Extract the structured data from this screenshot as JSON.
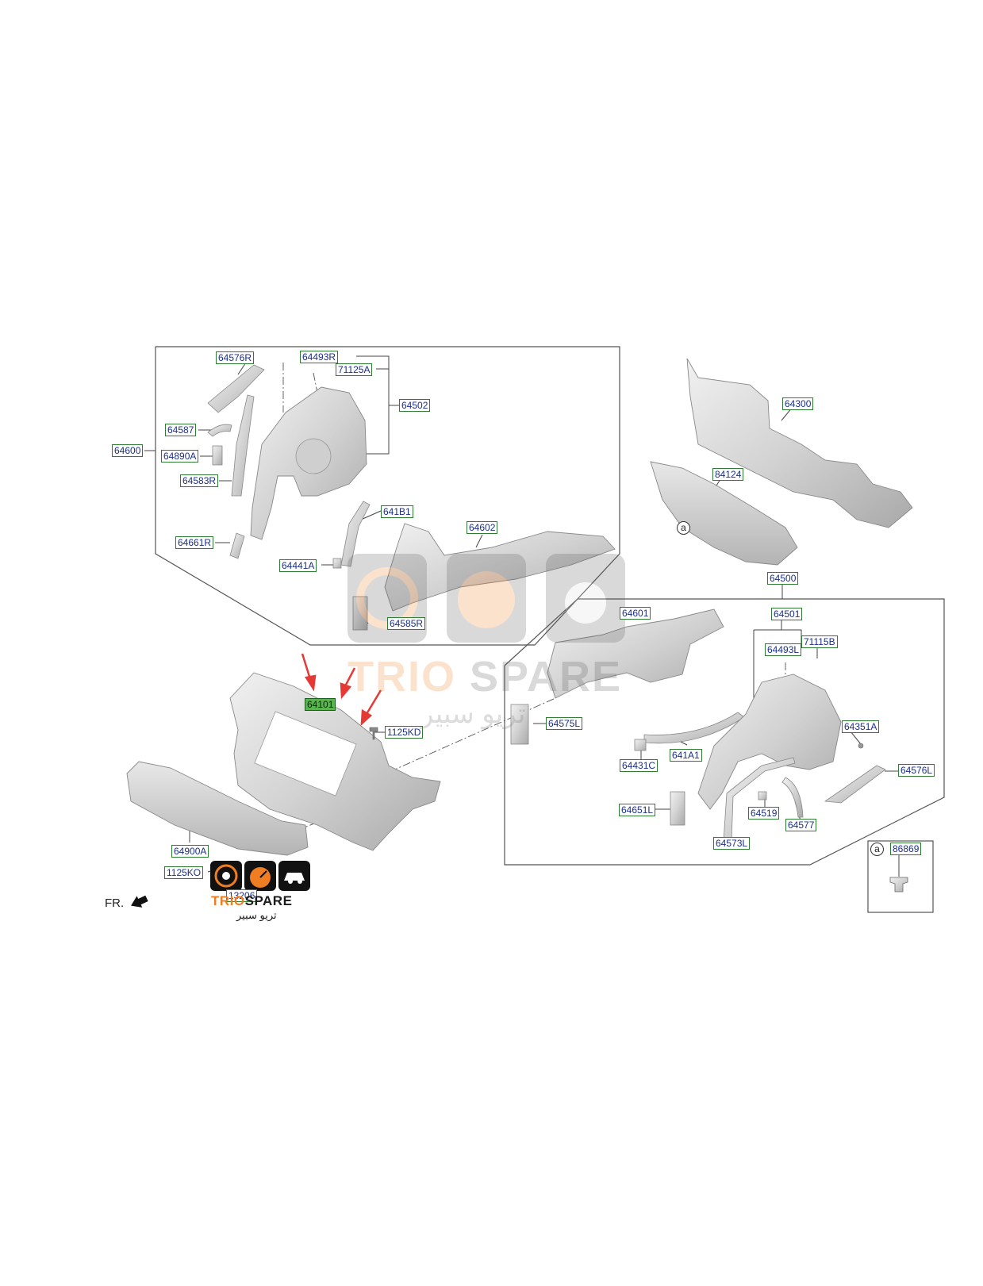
{
  "labels": {
    "p64576R": "64576R",
    "p64493R": "64493R",
    "p71125A": "71125A",
    "p64502": "64502",
    "p64587": "64587",
    "p64600": "64600",
    "p64890A": "64890A",
    "p64583R": "64583R",
    "p641B1": "641B1",
    "p64602": "64602",
    "p64661R": "64661R",
    "p64441A": "64441A",
    "p64585R": "64585R",
    "p64300": "64300",
    "p84124": "84124",
    "p64500": "64500",
    "p64601": "64601",
    "p64501": "64501",
    "p64493L": "64493L",
    "p71115B": "71115B",
    "p64101": "64101",
    "p1125KD": "1125KD",
    "p64575L": "64575L",
    "p64351A": "64351A",
    "p641A1": "641A1",
    "p64431C": "64431C",
    "p64576L": "64576L",
    "p64651L": "64651L",
    "p64519": "64519",
    "p64577": "64577",
    "p64573L": "64573L",
    "p64900A": "64900A",
    "p1125KO": "1125KO",
    "p13206": "13206",
    "p86869": "86869"
  },
  "marker_a": "a",
  "fr_text": "FR.",
  "brand": {
    "name_part1": "TRIO",
    "name_part2": "SPARE",
    "arabic": "تريو سبير"
  },
  "highlight_color": "#56b54b",
  "arrow_color": "#e53935"
}
